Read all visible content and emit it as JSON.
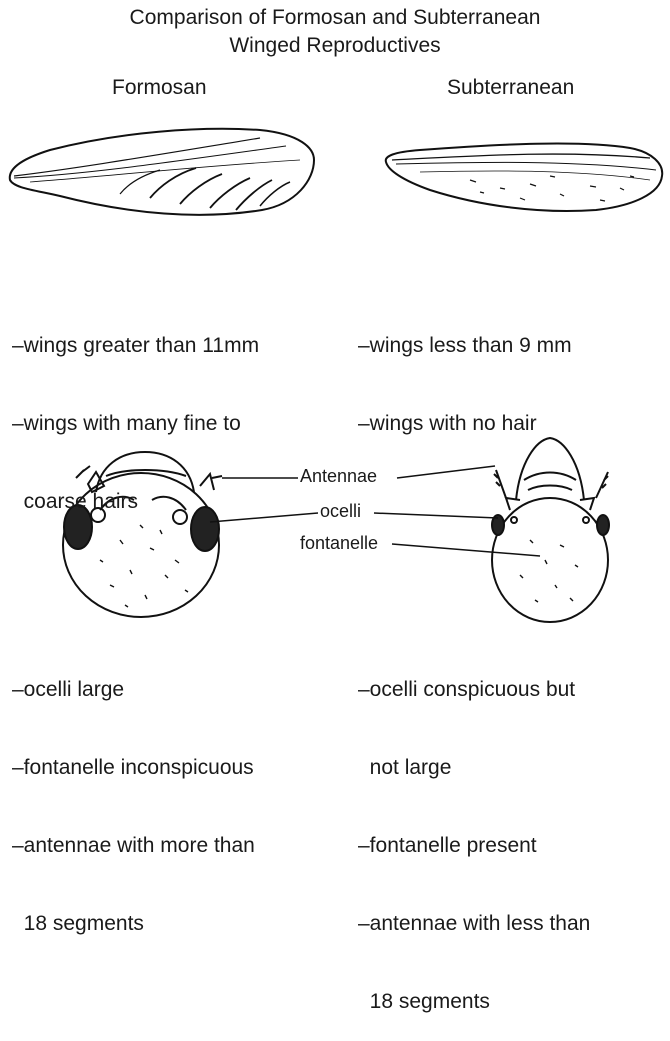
{
  "title": {
    "line1": "Comparison of Formosan and Subterranean",
    "line2": "Winged Reproductives"
  },
  "columns": {
    "formosan": "Formosan",
    "subterranean": "Subterranean"
  },
  "wing_notes": {
    "formosan": [
      "–wings greater than 11mm",
      "–wings with many fine to",
      "  coarse hairs"
    ],
    "subterranean": [
      "–wings less than 9 mm",
      "–wings with no hair"
    ]
  },
  "labels": {
    "antennae": "Antennae",
    "ocelli": "ocelli",
    "fontanelle": "fontanelle"
  },
  "head_notes": {
    "formosan": [
      "–ocelli large",
      "–fontanelle inconspicuous",
      "–antennae with more than",
      "  18 segments"
    ],
    "subterranean": [
      "–ocelli conspicuous but",
      "  not large",
      "–fontanelle present",
      "–antennae with less than",
      "  18 segments"
    ]
  }
}
